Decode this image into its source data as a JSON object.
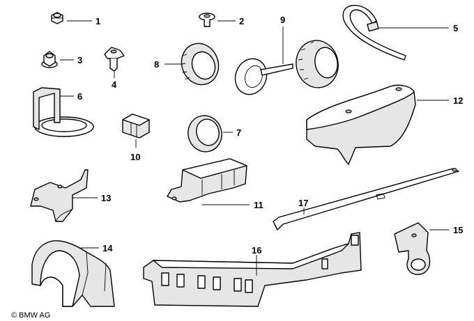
{
  "diagram": {
    "copyright": "© BMW AG",
    "parts": [
      {
        "number": "1"
      },
      {
        "number": "2"
      },
      {
        "number": "3"
      },
      {
        "number": "4"
      },
      {
        "number": "5"
      },
      {
        "number": "6"
      },
      {
        "number": "7"
      },
      {
        "number": "8"
      },
      {
        "number": "9"
      },
      {
        "number": "10"
      },
      {
        "number": "11"
      },
      {
        "number": "12"
      },
      {
        "number": "13"
      },
      {
        "number": "14"
      },
      {
        "number": "15"
      },
      {
        "number": "16"
      },
      {
        "number": "17"
      }
    ]
  }
}
